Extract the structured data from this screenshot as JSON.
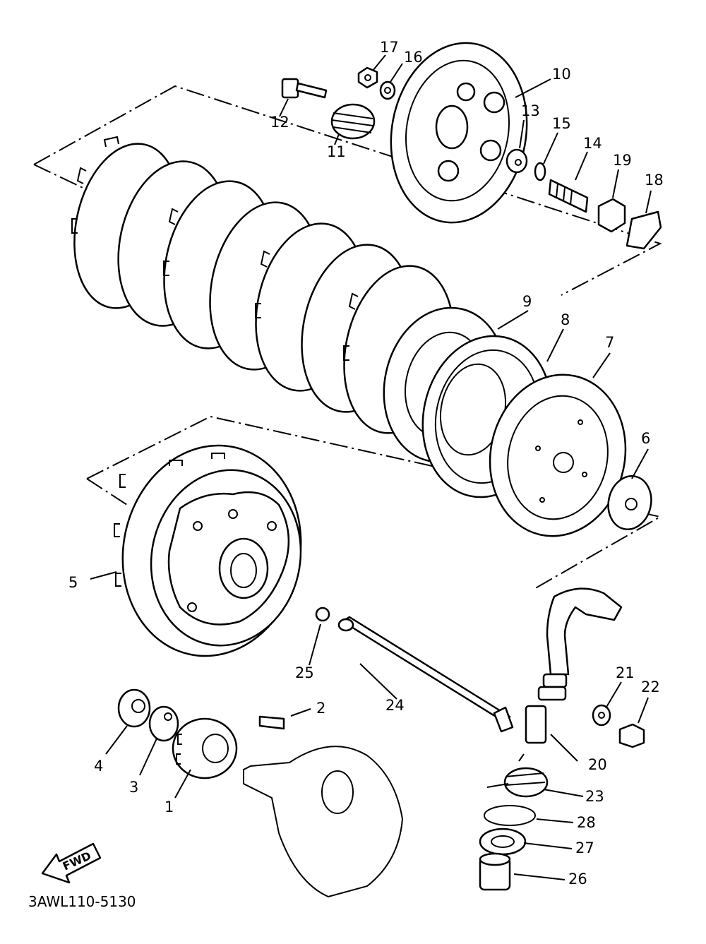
{
  "diagram": {
    "drawing_code": "3AWL110-5130",
    "fwd_label": "FWD",
    "callouts": [
      "1",
      "2",
      "3",
      "4",
      "5",
      "6",
      "7",
      "8",
      "9",
      "10",
      "11",
      "12",
      "13",
      "14",
      "15",
      "16",
      "17",
      "18",
      "19",
      "20",
      "21",
      "22",
      "23",
      "24",
      "25",
      "26",
      "27",
      "28"
    ]
  }
}
